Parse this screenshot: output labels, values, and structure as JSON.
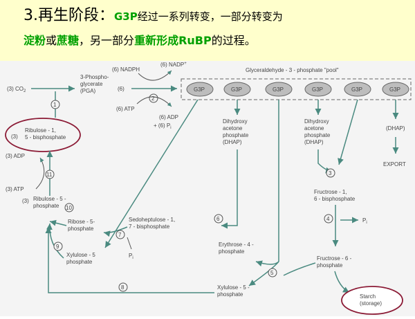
{
  "header": {
    "line1_title": "3.再生阶段：",
    "line1_g3p": "G3P",
    "line1_rest": "经过一系列转变，一部分转变为",
    "line2_a": "淀粉",
    "line2_or": "或",
    "line2_b": "蔗糖",
    "line2_mid": "，另一部分",
    "line2_c": "重新形成RuBP",
    "line2_end": "的过程。"
  },
  "diagram": {
    "pool_label": "Glyceraldehyde - 3 - phosphate \"pool\"",
    "g3p_node": "G3P",
    "co2": "(3) CO",
    "co2_sub": "2",
    "pga1": "3-Phospho-",
    "pga2": "glycerate",
    "pga3": "(PGA)",
    "six": "(6)",
    "nadph": "(6) NADPH",
    "nadp": "(6) NADP",
    "nadp_sup": "+",
    "atp6": "(6) ATP",
    "adp6": "(6) ADP",
    "pi6": "+ (6) P",
    "pi_sub": "i",
    "rubp_pre": "(3)",
    "rubp1": "Ribulose - 1,",
    "rubp2": "5 - bisphosphate",
    "adp3": "(3) ADP",
    "atp3": "(3) ATP",
    "ru5p_pre": "(3)",
    "ru5p1": "Ribulose - 5 -",
    "ru5p2": "phosphate",
    "r5p1": "Ribose - 5-",
    "r5p2": "phosphate",
    "x5p1": "Xylulose - 5",
    "x5p2": "phosphate",
    "sbp1": "Sedoheptulose - 1,",
    "sbp2": "7 - bisphosphate",
    "pi": "P",
    "e4p1": "Erythrose - 4 -",
    "e4p2": "phosphate",
    "dhap1a": "Dihydroxy",
    "dhap1b": "acetone",
    "dhap1c": "phosphate",
    "dhap1d": "(DHAP)",
    "dhap3": "(DHAP)",
    "export": "EXPORT",
    "fbp1": "Fructrose - 1,",
    "fbp2": "6 - bisphosphate",
    "f6p1": "Fructrose - 6 -",
    "f6p2": "phosphate",
    "x5pb1": "Xylulose - 5 -",
    "x5pb2": "phosphate",
    "starch1": "Starch",
    "starch2": "(storage)",
    "steps": [
      "1",
      "2",
      "3",
      "4",
      "5",
      "6",
      "7",
      "8",
      "9",
      "10",
      "11"
    ]
  },
  "colors": {
    "header_bg": "#ffffcc",
    "accent_green": "#00a000",
    "arrow_teal": "#4a8a80",
    "circle_red": "#8b1a35"
  }
}
